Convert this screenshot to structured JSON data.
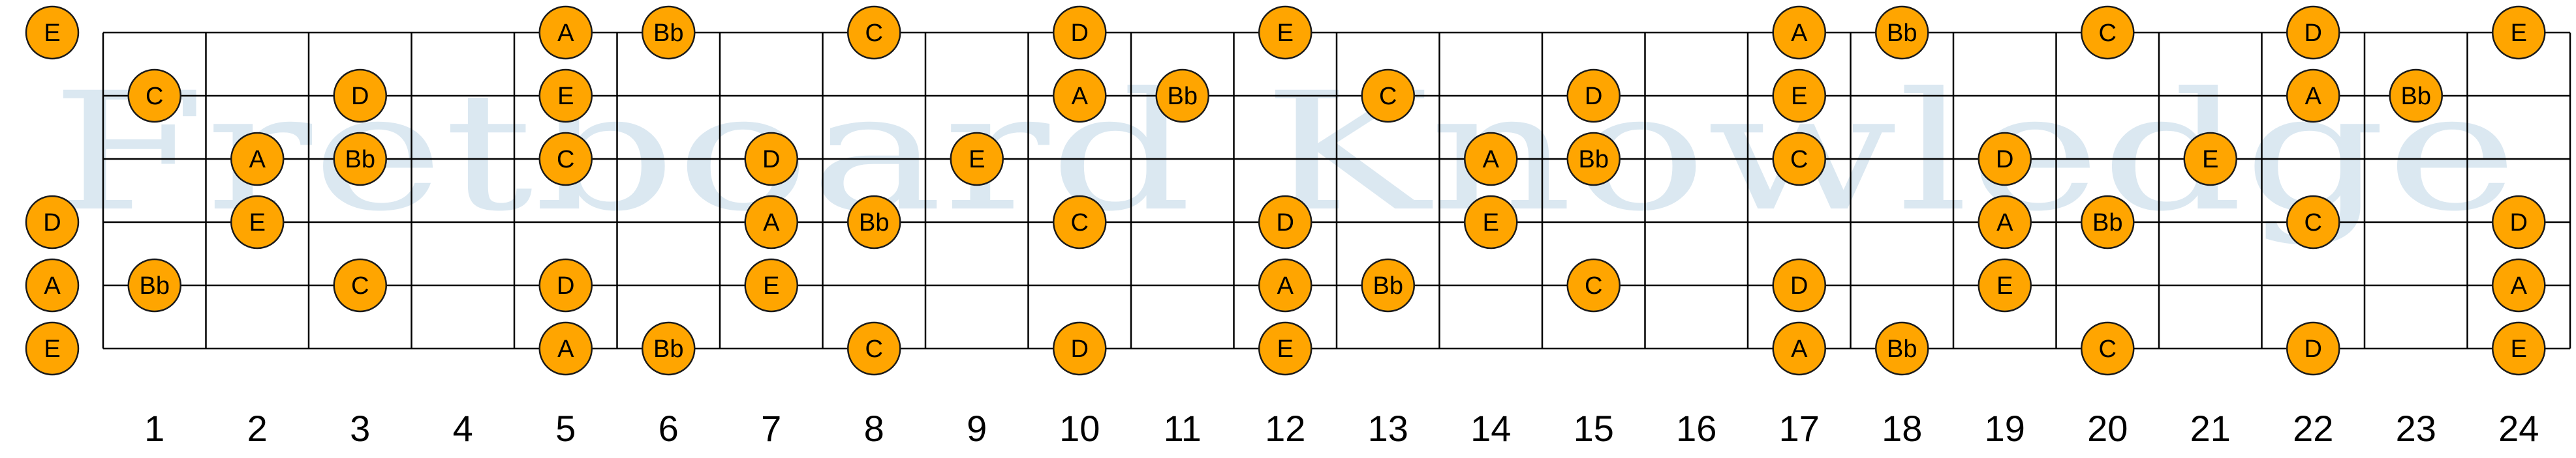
{
  "watermark": "Fretboard Knowledge",
  "fret_numbers": [
    "1",
    "2",
    "3",
    "4",
    "5",
    "6",
    "7",
    "8",
    "9",
    "10",
    "11",
    "12",
    "13",
    "14",
    "15",
    "16",
    "17",
    "18",
    "19",
    "20",
    "21",
    "22",
    "23",
    "24"
  ],
  "strings": [
    {
      "name": "high-e",
      "notes": [
        {
          "fret": 0,
          "note": "E"
        },
        {
          "fret": 5,
          "note": "A"
        },
        {
          "fret": 6,
          "note": "Bb"
        },
        {
          "fret": 8,
          "note": "C"
        },
        {
          "fret": 10,
          "note": "D"
        },
        {
          "fret": 12,
          "note": "E"
        },
        {
          "fret": 17,
          "note": "A"
        },
        {
          "fret": 18,
          "note": "Bb"
        },
        {
          "fret": 20,
          "note": "C"
        },
        {
          "fret": 22,
          "note": "D"
        },
        {
          "fret": 24,
          "note": "E"
        }
      ]
    },
    {
      "name": "b",
      "notes": [
        {
          "fret": 1,
          "note": "C"
        },
        {
          "fret": 3,
          "note": "D"
        },
        {
          "fret": 5,
          "note": "E"
        },
        {
          "fret": 10,
          "note": "A"
        },
        {
          "fret": 11,
          "note": "Bb"
        },
        {
          "fret": 13,
          "note": "C"
        },
        {
          "fret": 15,
          "note": "D"
        },
        {
          "fret": 17,
          "note": "E"
        },
        {
          "fret": 22,
          "note": "A"
        },
        {
          "fret": 23,
          "note": "Bb"
        }
      ]
    },
    {
      "name": "g",
      "notes": [
        {
          "fret": 2,
          "note": "A"
        },
        {
          "fret": 3,
          "note": "Bb"
        },
        {
          "fret": 5,
          "note": "C"
        },
        {
          "fret": 7,
          "note": "D"
        },
        {
          "fret": 9,
          "note": "E"
        },
        {
          "fret": 14,
          "note": "A"
        },
        {
          "fret": 15,
          "note": "Bb"
        },
        {
          "fret": 17,
          "note": "C"
        },
        {
          "fret": 19,
          "note": "D"
        },
        {
          "fret": 21,
          "note": "E"
        }
      ]
    },
    {
      "name": "d",
      "notes": [
        {
          "fret": 0,
          "note": "D"
        },
        {
          "fret": 2,
          "note": "E"
        },
        {
          "fret": 7,
          "note": "A"
        },
        {
          "fret": 8,
          "note": "Bb"
        },
        {
          "fret": 10,
          "note": "C"
        },
        {
          "fret": 12,
          "note": "D"
        },
        {
          "fret": 14,
          "note": "E"
        },
        {
          "fret": 19,
          "note": "A"
        },
        {
          "fret": 20,
          "note": "Bb"
        },
        {
          "fret": 22,
          "note": "C"
        },
        {
          "fret": 24,
          "note": "D"
        }
      ]
    },
    {
      "name": "a",
      "notes": [
        {
          "fret": 0,
          "note": "A"
        },
        {
          "fret": 1,
          "note": "Bb"
        },
        {
          "fret": 3,
          "note": "C"
        },
        {
          "fret": 5,
          "note": "D"
        },
        {
          "fret": 7,
          "note": "E"
        },
        {
          "fret": 12,
          "note": "A"
        },
        {
          "fret": 13,
          "note": "Bb"
        },
        {
          "fret": 15,
          "note": "C"
        },
        {
          "fret": 17,
          "note": "D"
        },
        {
          "fret": 19,
          "note": "E"
        },
        {
          "fret": 24,
          "note": "A"
        }
      ]
    },
    {
      "name": "low-e",
      "notes": [
        {
          "fret": 0,
          "note": "E"
        },
        {
          "fret": 5,
          "note": "A"
        },
        {
          "fret": 6,
          "note": "Bb"
        },
        {
          "fret": 8,
          "note": "C"
        },
        {
          "fret": 10,
          "note": "D"
        },
        {
          "fret": 12,
          "note": "E"
        },
        {
          "fret": 17,
          "note": "A"
        },
        {
          "fret": 18,
          "note": "Bb"
        },
        {
          "fret": 20,
          "note": "C"
        },
        {
          "fret": 22,
          "note": "D"
        },
        {
          "fret": 24,
          "note": "E"
        }
      ]
    }
  ],
  "colors": {
    "note_fill": "#ffa500",
    "watermark": "#dbe8f1",
    "lines": "#000000"
  }
}
